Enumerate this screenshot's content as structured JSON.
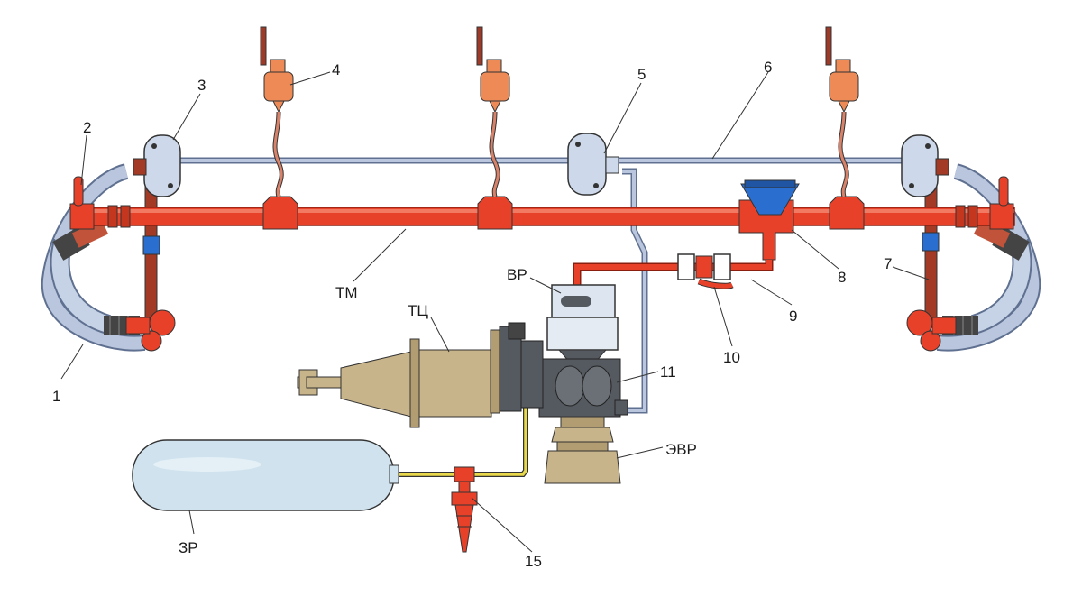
{
  "colors": {
    "brake_pipe": "#e8412a",
    "brake_pipe_dark": "#b72a17",
    "valve_orange": "#ee8a55",
    "control_wire": "#b9c6dd",
    "control_wire_edge": "#5f7090",
    "cylinder_brown": "#c8b48a",
    "reservoir": "#cfe2ee",
    "dark_metal": "#555a60",
    "blue_fitting": "#2a6fd0",
    "yellow_line": "#e8d84a"
  },
  "labels": {
    "l1": "1",
    "l2": "2",
    "l3": "3",
    "l4": "4",
    "l5": "5",
    "l6": "6",
    "l7": "7",
    "l8": "8",
    "l9": "9",
    "l10": "10",
    "l11": "11",
    "l15": "15",
    "tm": "ТМ",
    "tc": "ТЦ",
    "vr": "ВР",
    "evr": "ЭВР",
    "zr": "ЗР"
  }
}
